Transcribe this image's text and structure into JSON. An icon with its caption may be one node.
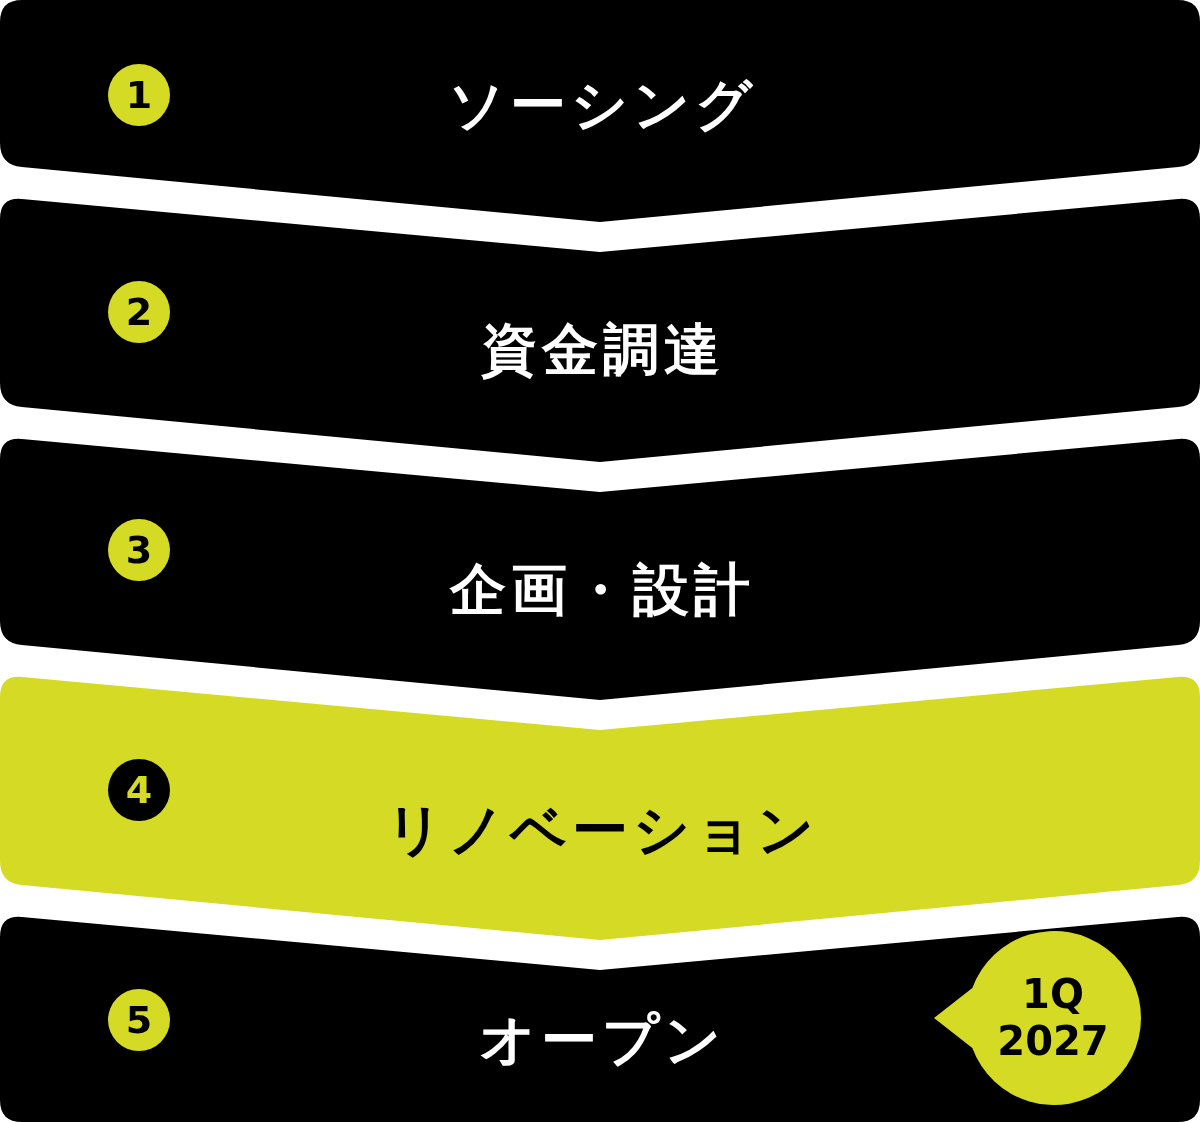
{
  "diagram": {
    "nodes": [
      {
        "text": [
          "ソーシング"
        ]
      },
      {
        "text": [
          "1"
        ],
        "in": 0
      },
      {
        "text": [
          "資金調達"
        ]
      },
      {
        "text": [
          "2"
        ],
        "in": 2
      },
      {
        "text": [
          "企画・設計"
        ]
      },
      {
        "text": [
          "3"
        ],
        "in": 4
      },
      {
        "text": [
          "リノベーション"
        ]
      },
      {
        "text": [
          "4"
        ],
        "in": 6
      },
      {
        "text": [
          "オープン"
        ]
      },
      {
        "text": [
          "5"
        ],
        "in": 8
      },
      {
        "text": [
          "1Q 2027"
        ],
        "in": 8
      }
    ]
  }
}
